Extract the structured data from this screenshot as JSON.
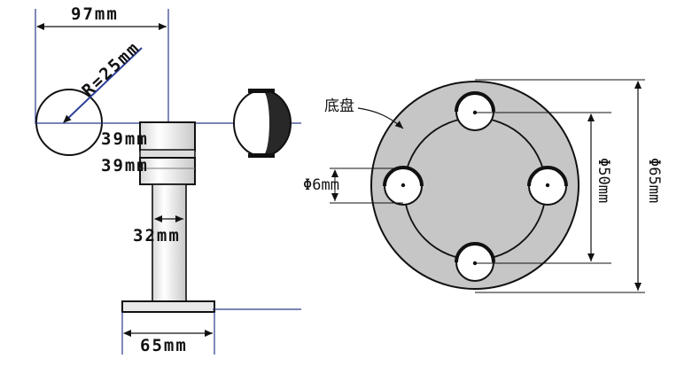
{
  "labels": {
    "width_97": "97mm",
    "radius": "R=25mm",
    "d39_top": "39mm",
    "d39_bottom": "39mm",
    "d32": "32mm",
    "d65_base": "65mm",
    "chassis": "底盘",
    "hole_phi6": "Φ6mm",
    "phi50": "Φ50mm",
    "phi65": "Φ65mm"
  },
  "colors": {
    "line": "#111111",
    "dimension": "#2a3a8a",
    "chassis_fill": "#c6c6c6",
    "accent": "#2d3f9a"
  }
}
